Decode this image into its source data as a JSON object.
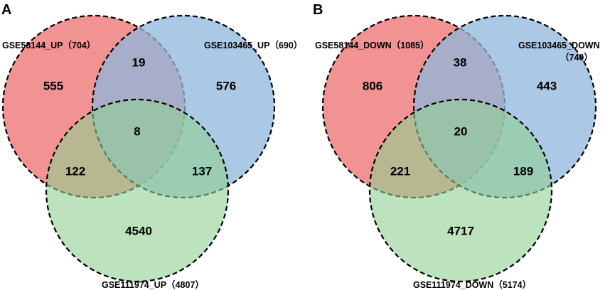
{
  "panels": [
    {
      "letter": "A",
      "sets": [
        {
          "name": "GSE58144_UP",
          "total": "704",
          "color": "#f08080"
        },
        {
          "name": "GSE103465_UP",
          "total": "690",
          "color": "#8fb5dc"
        },
        {
          "name": "GSE111974_UP",
          "total": "4807",
          "color": "#90d191"
        }
      ],
      "regions": {
        "a_only": "555",
        "b_only": "576",
        "c_only": "4540",
        "ab": "19",
        "ac": "122",
        "bc": "137",
        "abc": "8"
      }
    },
    {
      "letter": "B",
      "sets": [
        {
          "name": "GSE58144_DOWN",
          "total": "1085",
          "color": "#f08080"
        },
        {
          "name": "GSE103465_DOWN",
          "total": "740",
          "color": "#8fb5dc"
        },
        {
          "name": "GSE111974_DOWN",
          "total": "5174",
          "color": "#90d191"
        }
      ],
      "regions": {
        "a_only": "806",
        "b_only": "443",
        "c_only": "4717",
        "ab": "38",
        "ac": "221",
        "bc": "189",
        "abc": "20"
      }
    }
  ]
}
